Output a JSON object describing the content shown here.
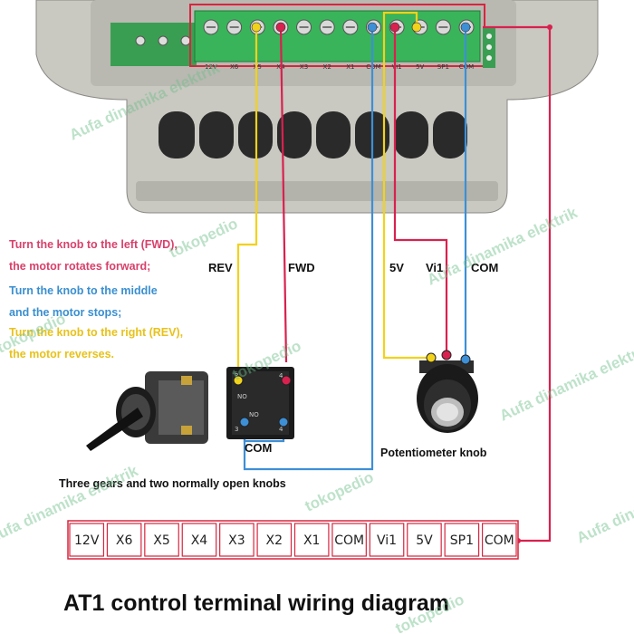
{
  "title": "AT1 control terminal wiring diagram",
  "instructions": {
    "fwd_line1": "Turn the knob to the left (FWD),",
    "fwd_line2": "the motor rotates forward;",
    "stop_line1": "Turn the knob to the middle",
    "stop_line2": "and the motor stops;",
    "rev_line1": "Turn the knob to the right (REV),",
    "rev_line2": "the motor reverses."
  },
  "wire_labels": {
    "rev": "REV",
    "fwd": "FWD",
    "v5": "5V",
    "vi1": "Vi1",
    "com": "COM"
  },
  "switch": {
    "com_label": "COM",
    "caption": "Three gears and two normally open knobs",
    "contact_top_left": "3",
    "contact_top_right": "4",
    "contact_bottom_left": "3",
    "contact_bottom_right": "4",
    "no_top": "NO",
    "no_bottom": "NO"
  },
  "potentiometer": {
    "caption": "Potentiometer knob"
  },
  "top_terminal_labels": [
    "12V",
    "X6",
    "X5",
    "X4",
    "X3",
    "X2",
    "X1",
    "COM",
    "Vi1",
    "5V",
    "SP1",
    "COM"
  ],
  "terminals": [
    "12V",
    "X6",
    "X5",
    "X4",
    "X3",
    "X2",
    "X1",
    "COM",
    "Vi1",
    "5V",
    "SP1",
    "COM"
  ],
  "watermarks": [
    "Aufa dinamika elektrik",
    "tokopedio",
    "Aufa dinamika elektrik",
    "tokopedio",
    "Aufa dinamika elektrik",
    "tokopedio",
    "Aufa dinamika elektrik",
    "tokopedio",
    "Aufa dinamika elektrik",
    "tokopedio"
  ],
  "colors": {
    "wire_yellow": "#f2d21b",
    "wire_red": "#d8214f",
    "wire_blue": "#3d8fd6",
    "text_pink": "#d8416b",
    "text_blue": "#3a8fd0",
    "text_yellow": "#e8c21a",
    "terminal_green": "#3cb05a",
    "border_red": "#d6263e"
  }
}
